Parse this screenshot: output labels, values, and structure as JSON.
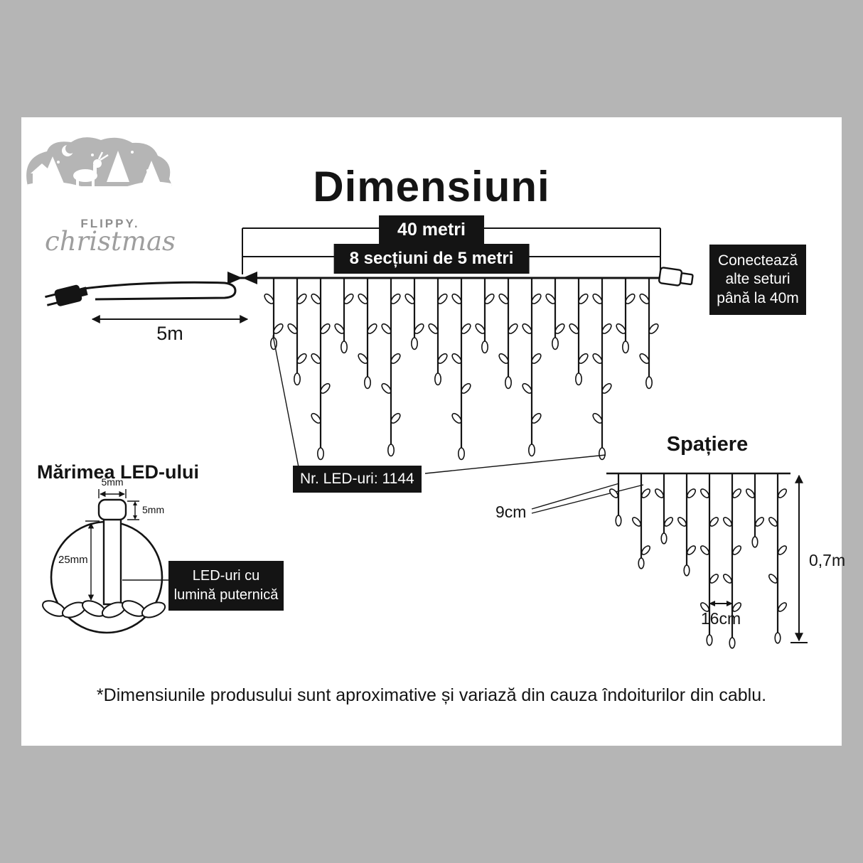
{
  "title": "Dimensiuni",
  "logo": {
    "brand": "FLIPPY.",
    "script": "christmas"
  },
  "curtain": {
    "total_length": "40 metri",
    "sections": "8 secțiuni de 5 metri",
    "lead_length": "5m",
    "connect_note": "Conectează alte seturi până la 40m",
    "led_count": "Nr. LED-uri: 1144"
  },
  "spacing": {
    "heading": "Spațiere",
    "led_gap": "9cm",
    "drop_gap": "16cm",
    "drop_height": "0,7m"
  },
  "led_size": {
    "heading": "Mărimea LED-ului",
    "cap_width": "5mm",
    "cap_height": "5mm",
    "body_length": "25mm",
    "note": "LED-uri cu lumină puternică"
  },
  "footer": {
    "disclaimer": "*Dimensiunile produsului sunt aproximative și variază din cauza îndoiturilor din cablu."
  }
}
